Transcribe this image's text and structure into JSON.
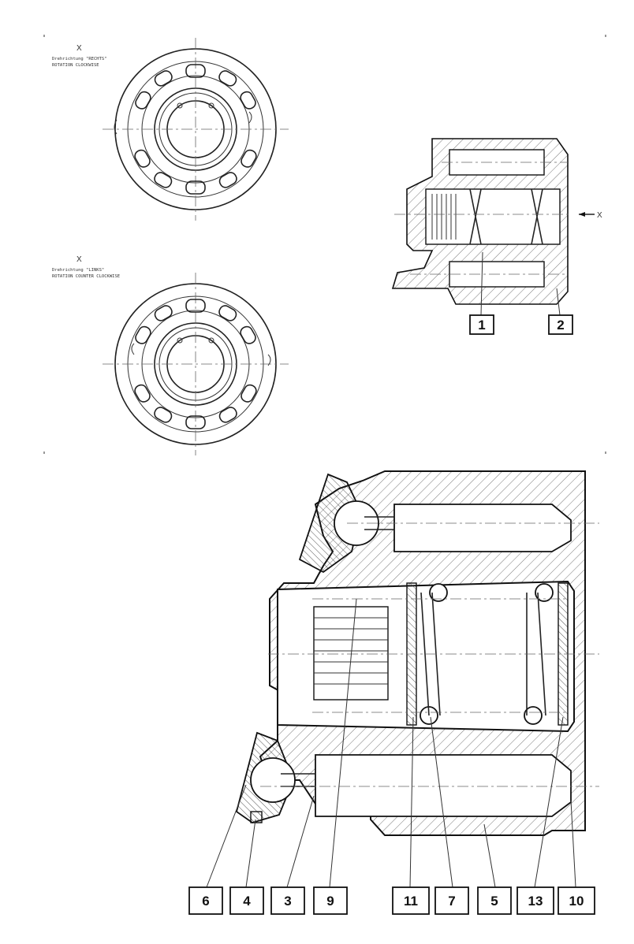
{
  "view_top": {
    "letter": "X",
    "line1": "Drehrichtung \"RECHTS\"",
    "line2": "ROTATION CLOCKWISE"
  },
  "view_bottom": {
    "letter": "X",
    "line1": "Drehrichtung \"LINKS\"",
    "line2": "ROTATION COUNTER CLOCKWISE"
  },
  "section_small": {
    "arrow_label": "X",
    "callouts": [
      "1",
      "2"
    ]
  },
  "section_large": {
    "callouts": [
      "6",
      "4",
      "3",
      "9",
      "11",
      "7",
      "5",
      "13",
      "10"
    ]
  }
}
